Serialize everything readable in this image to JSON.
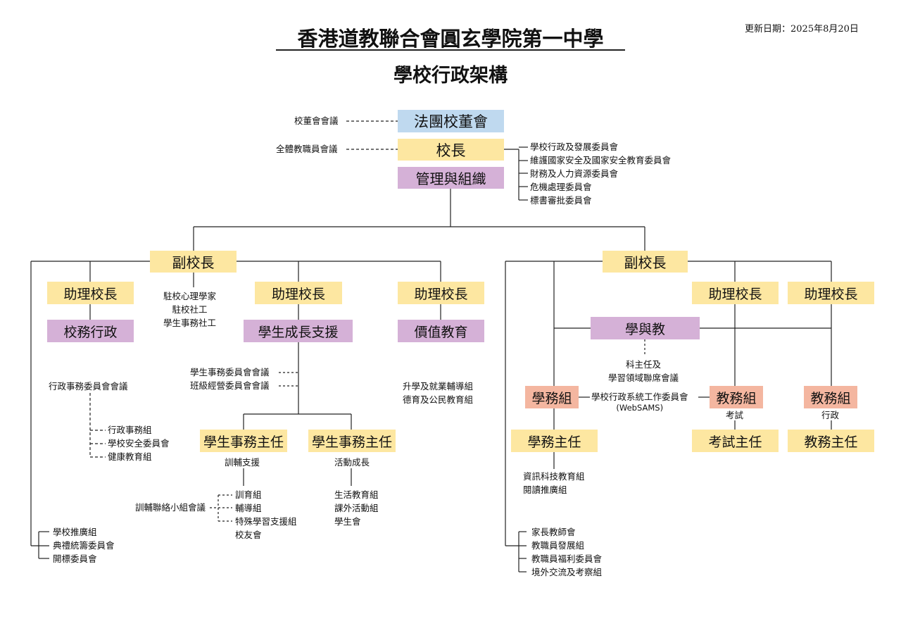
{
  "header": {
    "update_date": "更新日期：2025年8月20日",
    "school_name": "香港道教聯合會圓玄學院第一中學",
    "chart_title": "學校行政架構"
  },
  "top": {
    "board": "法團校董會",
    "board_meeting": "校董會會議",
    "principal": "校長",
    "staff_meeting": "全體教職員會議",
    "management": "管理與組織",
    "committees": [
      "學校行政及發展委員會",
      "維護國家安全及國家安全教育委員會",
      "財務及人力資源委員會",
      "危機處理委員會",
      "標書審批委員會"
    ]
  },
  "left": {
    "vp": "副校長",
    "ap1": "助理校長",
    "admin": "校務行政",
    "admin_meeting": "行政事務委員會會議",
    "admin_groups": [
      "行政事務組",
      "學校安全委員會",
      "健康教育組"
    ],
    "support_staff": [
      "駐校心理學家",
      "駐校社工",
      "學生事務社工"
    ],
    "ap2": "助理校長",
    "growth": "學生成長支援",
    "growth_meetings": [
      "學生事務委員會會議",
      "班級經營委員會會議"
    ],
    "sa_director1": "學生事務主任",
    "sa1_sub": "訓輔支援",
    "counsel_meeting": "訓輔聯絡小組會議",
    "sa1_groups": [
      "訓育組",
      "輔導組",
      "特殊學習支援組",
      "校友會"
    ],
    "sa_director2": "學生事務主任",
    "sa2_sub": "活動成長",
    "sa2_groups": [
      "生活教育組",
      "課外活動組",
      "學生會"
    ],
    "ap3": "助理校長",
    "values": "價值教育",
    "values_groups": [
      "升學及就業輔導組",
      "德育及公民教育組"
    ],
    "bottom_groups": [
      "學校推廣組",
      "典禮統籌委員會",
      "開標委員會"
    ]
  },
  "right": {
    "vp": "副校長",
    "ap1": "助理校長",
    "ap2": "助理校長",
    "learning": "學與教",
    "learning_meeting": [
      "科主任及",
      "學習領域聯席會議"
    ],
    "academic": "學務組",
    "websams": [
      "學校行政系統工作委員會",
      "(WebSAMS)"
    ],
    "academic_director": "學務主任",
    "academic_groups": [
      "資訊科技教育組",
      "閱讀推廣組"
    ],
    "exam_affairs": "教務組",
    "exam_sub": "考試",
    "exam_director": "考試主任",
    "admin_affairs": "教務組",
    "admin_sub": "行政",
    "affairs_director": "教務主任",
    "bottom_groups": [
      "家長教師會",
      "教職員發展組",
      "教職員福利委員會",
      "境外交流及考察組"
    ]
  }
}
